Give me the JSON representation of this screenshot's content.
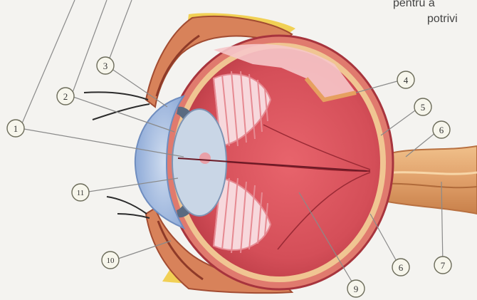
{
  "caption": {
    "line1": "pentru a",
    "line2": "potrivi"
  },
  "labels": [
    {
      "id": "label-1",
      "text": "1"
    },
    {
      "id": "label-2",
      "text": "2"
    },
    {
      "id": "label-3",
      "text": "3"
    },
    {
      "id": "label-4",
      "text": "4"
    },
    {
      "id": "label-5",
      "text": "5"
    },
    {
      "id": "label-6a",
      "text": "6"
    },
    {
      "id": "label-6b",
      "text": "6"
    },
    {
      "id": "label-7",
      "text": "7"
    },
    {
      "id": "label-9",
      "text": "9"
    },
    {
      "id": "label-10",
      "text": "10"
    },
    {
      "id": "label-11",
      "text": "11"
    }
  ],
  "colors": {
    "background": "#f4f3f0",
    "sclera": "#e07a6e",
    "choroid": "#c8404a",
    "vitreous": "#d9545c",
    "cornea": "#9fb9e0",
    "lens": "#c9d6e6",
    "nerve": "#e4a46a",
    "eyelid": "#d8825a",
    "fat": "#f1d055"
  }
}
